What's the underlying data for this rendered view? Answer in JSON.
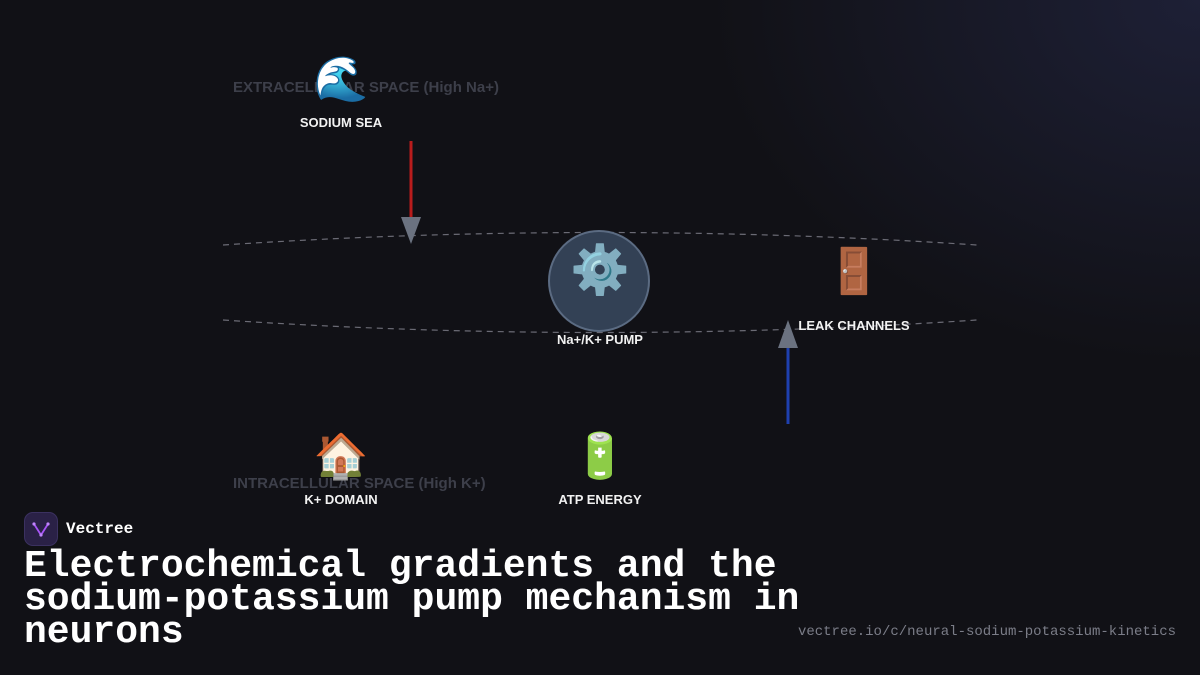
{
  "diagram": {
    "zones": {
      "extracellular": "EXTRACELLULAR SPACE (High Na+)",
      "intracellular": "INTRACELLULAR SPACE (High K+)"
    },
    "nodes": [
      {
        "id": "sodium_sea",
        "label": "SODIUM SEA",
        "icon": "🌊",
        "icon_name": "wave-icon"
      },
      {
        "id": "pump",
        "label": "Na+/K+ PUMP",
        "icon": "⚙️",
        "icon_name": "gear-icon"
      },
      {
        "id": "leak",
        "label": "LEAK CHANNELS",
        "icon": "🚪",
        "icon_name": "door-icon"
      },
      {
        "id": "k_domain",
        "label": "K+ DOMAIN",
        "icon": "🏠",
        "icon_name": "house-icon"
      },
      {
        "id": "atp",
        "label": "ATP ENERGY",
        "icon": "🔋",
        "icon_name": "battery-icon"
      }
    ],
    "arrows": [
      {
        "from": "sodium_sea",
        "to": "membrane",
        "color": "#b91c1c"
      },
      {
        "from": "leak_bottom",
        "to": "leak",
        "color": "#1e40af"
      }
    ],
    "colors": {
      "background": "#111116",
      "membrane_line": "#6b6b75",
      "pump_fill": "#334155",
      "arrow_head": "#6b7280"
    }
  },
  "brand": {
    "name": "Vectree",
    "logo_icon": "vectree-logo-icon"
  },
  "title": "Electrochemical gradients and the sodium-potassium pump mechanism in neurons",
  "url": "vectree.io/c/neural-sodium-potassium-kinetics"
}
